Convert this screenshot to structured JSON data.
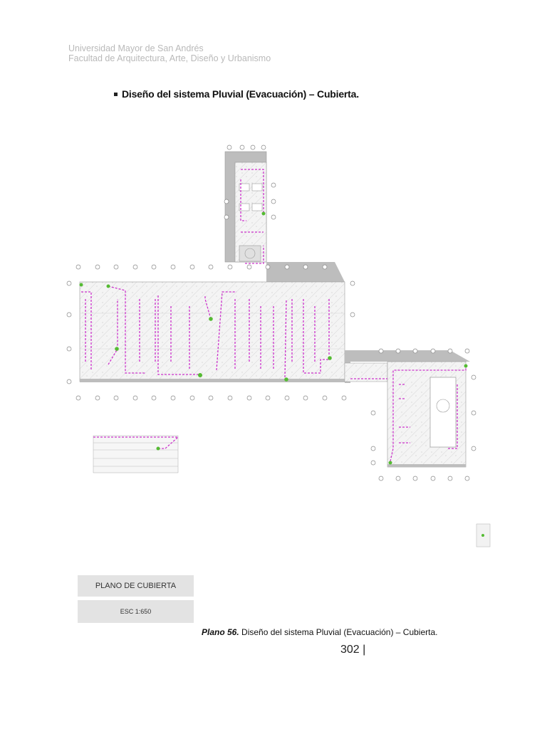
{
  "header": {
    "line1": "Universidad Mayor de San Andrés",
    "line2": "Facultad de Arquitectura, Arte, Diseño y Urbanismo"
  },
  "section_title": "Diseño del sistema Pluvial (Evacuación) – Cubierta.",
  "plan": {
    "pipe_color": "#cc33cc",
    "drain_color": "#55bb33",
    "roof_color": "#bdbdbd"
  },
  "labels": {
    "plan_name": "PLANO DE CUBIERTA",
    "scale": "ESC 1:650"
  },
  "caption": {
    "prefix": "Plano 56.",
    "text": " Diseño del sistema Pluvial (Evacuación) – Cubierta."
  },
  "page_number": "302 |"
}
